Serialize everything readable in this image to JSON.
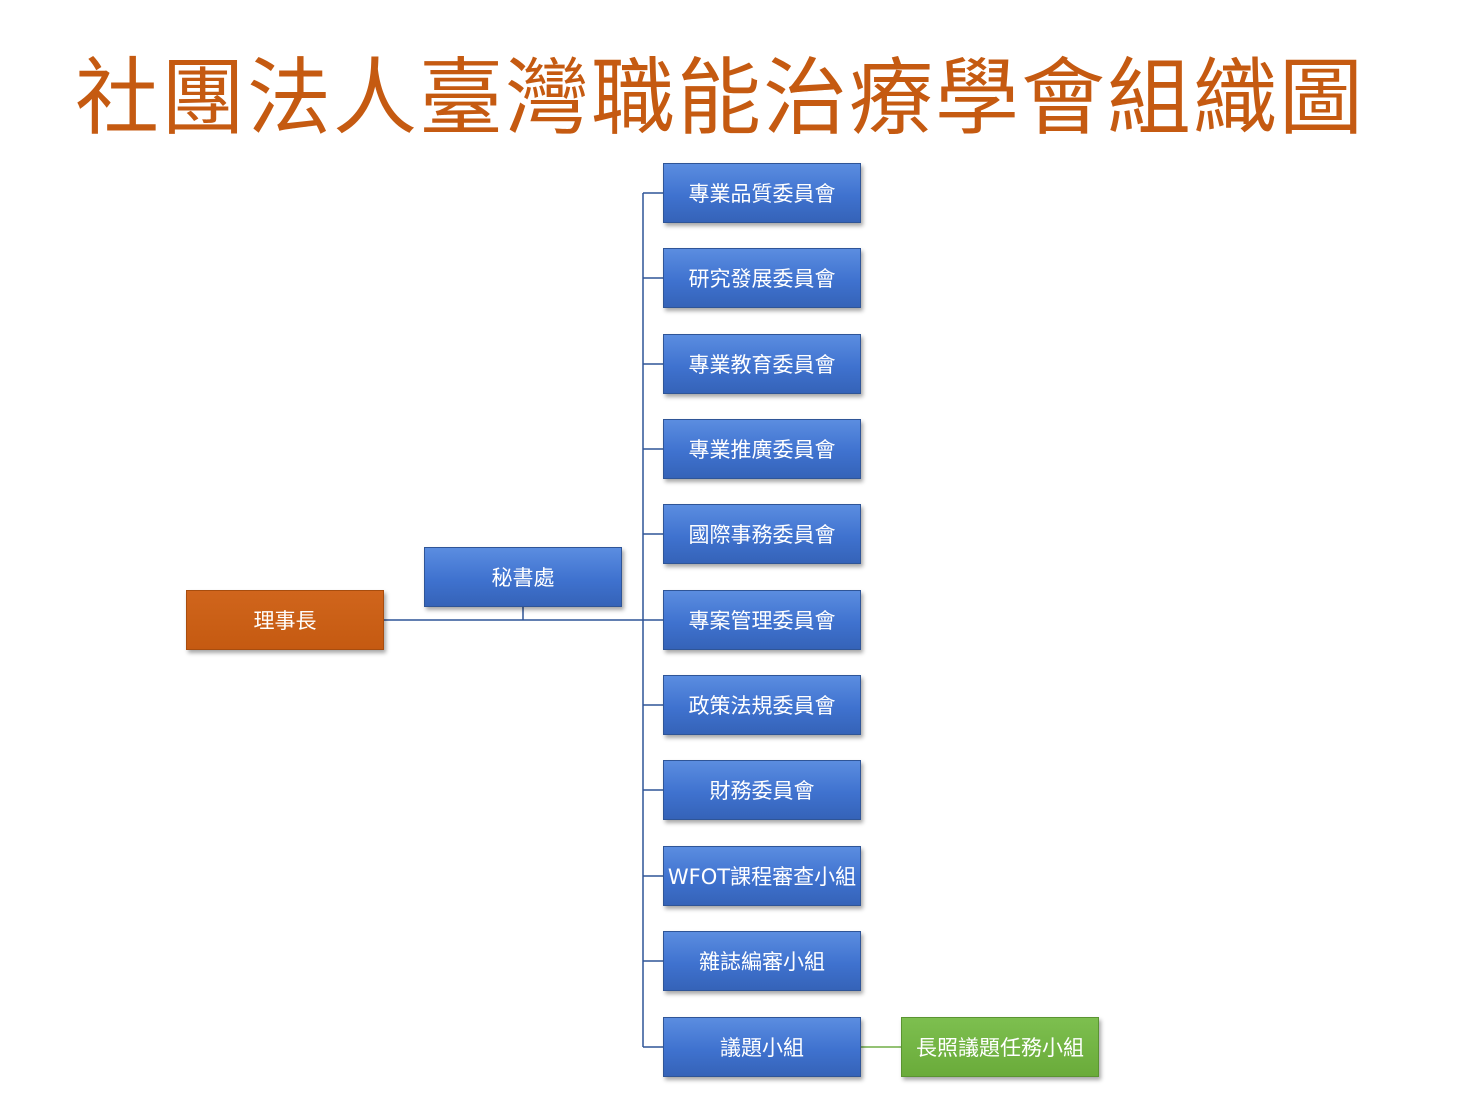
{
  "title": "社團法人臺灣職能治療學會組織圖",
  "nodes": {
    "chair": "理事長",
    "secretariat": "秘書處",
    "committees": [
      "專業品質委員會",
      "研究發展委員會",
      "專業教育委員會",
      "專業推廣委員會",
      "國際事務委員會",
      "專案管理委員會",
      "政策法規委員會",
      "財務委員會",
      "WFOT課程審查小組",
      "雜誌編審小組",
      "議題小組"
    ],
    "sub_group": "長照議題任務小組"
  },
  "colors": {
    "title": "#c55a11",
    "chair": "#c55a11",
    "committee": "#4472c4",
    "sub_group": "#70ad47",
    "line_blue": "#2f5597",
    "line_green": "#70ad47"
  }
}
